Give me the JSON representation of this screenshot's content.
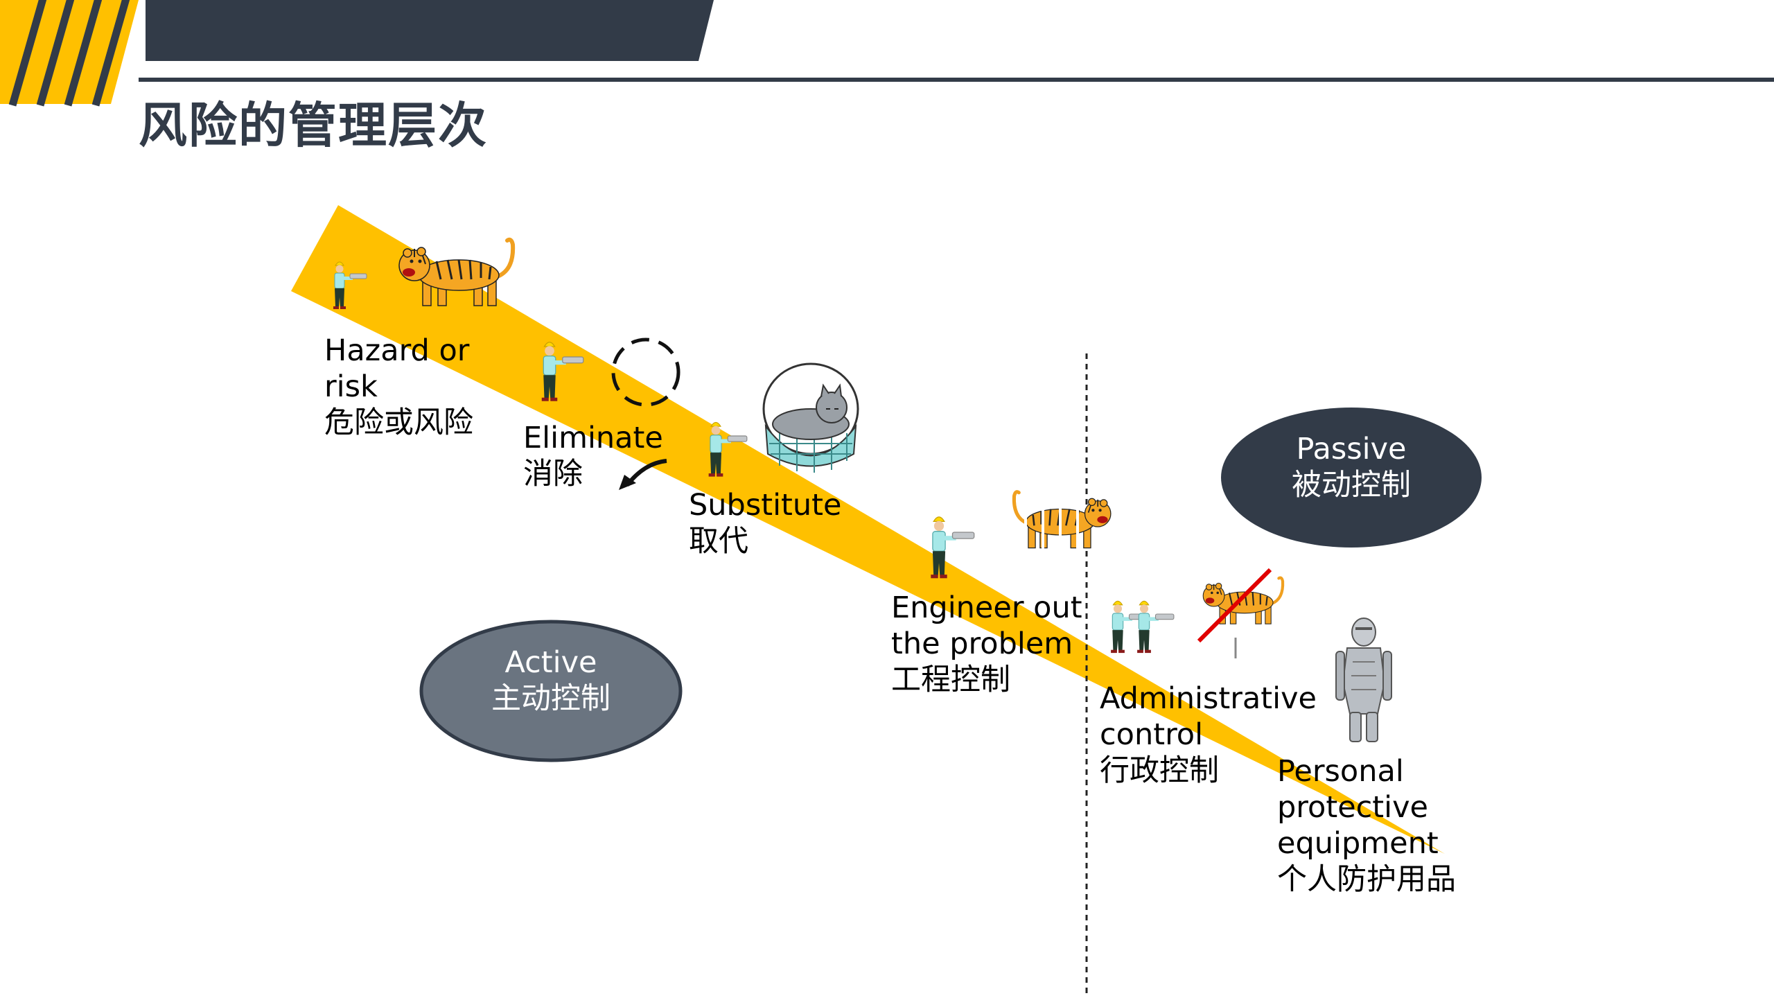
{
  "slide": {
    "title": "风险的管理层次"
  },
  "steps": [
    {
      "id": "hazard",
      "en": [
        "Hazard or",
        "risk"
      ],
      "zh": "危险或风险"
    },
    {
      "id": "eliminate",
      "en": [
        "Eliminate"
      ],
      "zh": "消除"
    },
    {
      "id": "substitute",
      "en": [
        "Substitute"
      ],
      "zh": "取代"
    },
    {
      "id": "engineer",
      "en": [
        "Engineer out",
        "the problem"
      ],
      "zh": "工程控制"
    },
    {
      "id": "administrative",
      "en": [
        "Administrative",
        "control"
      ],
      "zh": "行政控制"
    },
    {
      "id": "ppe",
      "en": [
        "Personal",
        "protective",
        "equipment"
      ],
      "zh": "个人防护用品"
    }
  ],
  "groups": {
    "active": {
      "en": "Active",
      "zh": "主动控制"
    },
    "passive": {
      "en": "Passive",
      "zh": "被动控制"
    }
  },
  "colors": {
    "header_dark": "#323b48",
    "accent_yellow": "#ffc000",
    "active_pill": "#6a7480",
    "passive_pill": "#323b48"
  },
  "icons": [
    "worker-icon",
    "tiger-icon",
    "empty-circle-icon",
    "cat-in-basket-icon",
    "caged-tiger-icon",
    "crossed-tiger-icon",
    "armor-suit-icon",
    "return-arrow-icon"
  ]
}
